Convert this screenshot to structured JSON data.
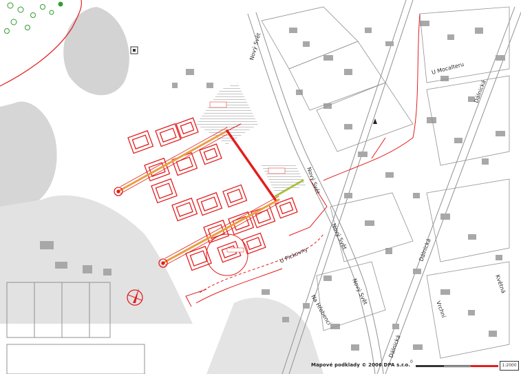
{
  "map": {
    "colors": {
      "background": "#ffffff",
      "block_fill": "#eeeeee",
      "building_fill": "#a8a8a8",
      "street_outline": "#909090",
      "green_area": "#cccccc",
      "plan_red": "#e31d1d",
      "plan_orange": "#e8a040",
      "plan_green": "#a8c040",
      "tree_green": "#2e9a2e"
    },
    "icons": [
      "north-arrow-icon",
      "tree-icon",
      "map-marker-icon",
      "parking-icon"
    ]
  },
  "labels": {
    "novy_svet_1": "Nový Svět",
    "novy_svet_2": "Nový Svět",
    "novy_svet_3": "Nový Svět",
    "novy_svet_4": "Nový Svět",
    "u_mocalteru": "U Mocalteru",
    "dalnicka": "Dálnická",
    "u_pickovny": "U Pickovny",
    "na_hrebene": "Na Hřebenci",
    "vrchni": "Vrchní",
    "kvetna": "Květná"
  },
  "footer": {
    "copyright": "Mapové podklady © 2006 DPA s.r.o.",
    "scale_label": "0",
    "scale_box": "1:2000"
  }
}
